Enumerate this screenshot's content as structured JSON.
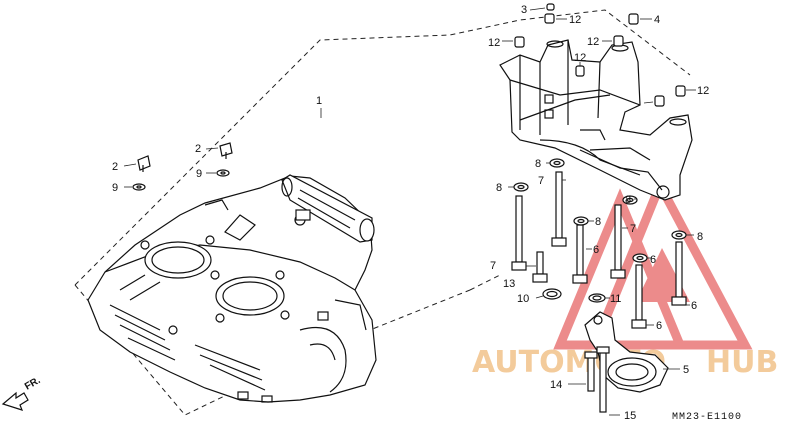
{
  "diagram": {
    "code": "MM23-E1100",
    "front_marker": "FR.",
    "labels": {
      "l1": "1",
      "l2a": "2",
      "l2b": "2",
      "l3": "3",
      "l4": "4",
      "l5": "5",
      "l6a": "6",
      "l6b": "6",
      "l6c": "6",
      "l7a": "7",
      "l7b": "7",
      "l7c": "7",
      "l8a": "8",
      "l8b": "8",
      "l8c": "8",
      "l8d": "8",
      "l8e": "8",
      "l9a": "9",
      "l9b": "9",
      "l10": "10",
      "l11": "11",
      "l12a": "12",
      "l12b": "12",
      "l12c": "12",
      "l12d": "12",
      "l12e": "12",
      "l13": "13",
      "l14": "14",
      "l15": "15"
    }
  },
  "watermark": {
    "brand_left": "AUTOMOTO",
    "brand_right": "HUB",
    "color_orange": "#f2c28a",
    "color_red": "#e97777"
  }
}
